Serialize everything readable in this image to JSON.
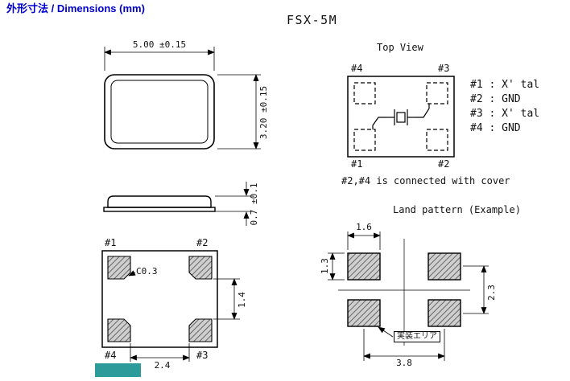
{
  "header": {
    "title": "外形寸法 / Dimensions (mm)"
  },
  "part_number": "FSX-5M",
  "outline_views": {
    "front": {
      "width_dim": "5.00 ±0.15",
      "height_dim": "3.20 ±0.15"
    },
    "side": {
      "thickness_dim": "0.7 ±0.1"
    },
    "bottom": {
      "pad_labels": {
        "top_left": "#1",
        "top_right": "#2",
        "bottom_left": "#4",
        "bottom_right": "#3"
      },
      "chamfer_note": "C0.3",
      "pad_gap_x": "2.4",
      "pad_gap_y": "1.4"
    }
  },
  "top_view": {
    "title": "Top View",
    "pad_labels": {
      "top_left": "#4",
      "top_right": "#3",
      "bottom_left": "#1",
      "bottom_right": "#2"
    },
    "pin_table": [
      "#1 : X' tal",
      "#2 : GND",
      "#3 : X' tal",
      "#4 : GND"
    ],
    "note": "#2,#4 is connected with cover"
  },
  "land_pattern": {
    "title": "Land pattern (Example)",
    "pad_width_dim": "1.6",
    "pad_height_dim": "1.3",
    "pitch_y_dim": "2.3",
    "pitch_x_dim": "3.8",
    "area_label": "実装エリア"
  },
  "colors": {
    "accent_blue": "#0000CC",
    "badge_teal": "#2E9B9B"
  }
}
